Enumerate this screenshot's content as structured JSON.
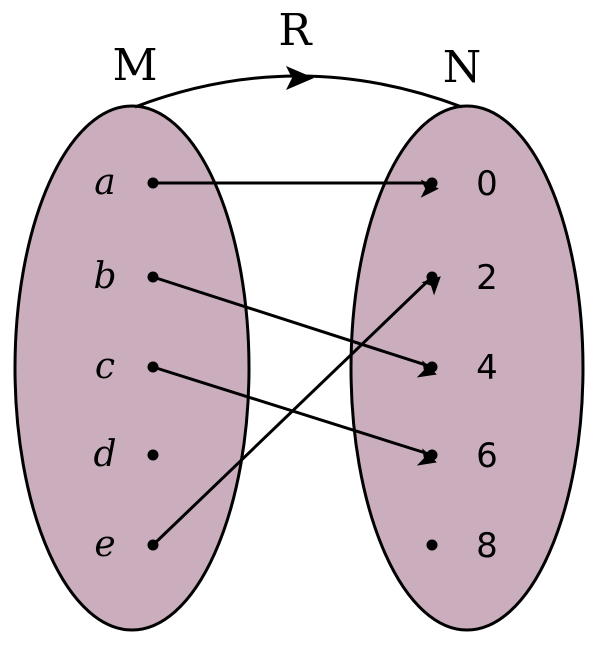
{
  "diagram": {
    "relation_label": "R",
    "set_m": {
      "label": "M",
      "elements": [
        "a",
        "b",
        "c",
        "d",
        "e"
      ]
    },
    "set_n": {
      "label": "N",
      "elements": [
        "0",
        "2",
        "4",
        "6",
        "8"
      ]
    },
    "mappings": [
      [
        "a",
        "0"
      ],
      [
        "b",
        "4"
      ],
      [
        "c",
        "6"
      ],
      [
        "e",
        "2"
      ]
    ],
    "fill_color": "#cbaebd",
    "stroke_color": "#000000"
  }
}
